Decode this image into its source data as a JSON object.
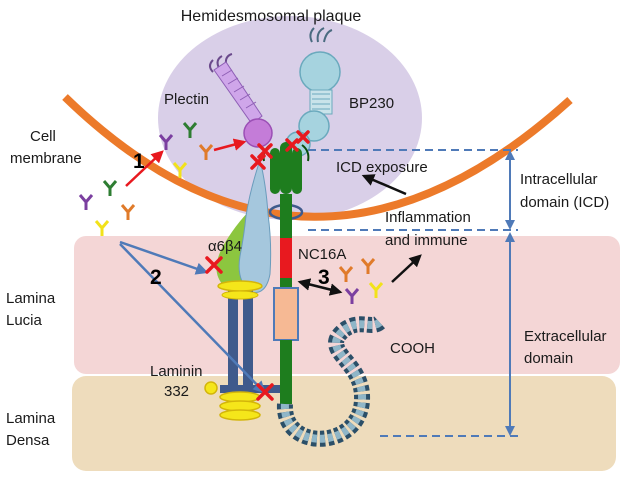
{
  "title": "Hemidesmosomal plaque",
  "labels": {
    "plectin": "Plectin",
    "bp230": "BP230",
    "cell_membrane_1": "Cell",
    "cell_membrane_2": "membrane",
    "icd_exposure": "ICD exposure",
    "inflammation_1": "Inflammation",
    "inflammation_2": "and immune",
    "integrin": "α6β4",
    "nc16a": "NC16A",
    "lamina_lucia_1": "Lamina",
    "lamina_lucia_2": "Lucia",
    "laminin_1": "Laminin",
    "laminin_2": "332",
    "cooh": "COOH",
    "lamina_densa_1": "Lamina",
    "lamina_densa_2": "Densa",
    "intracellular_1": "Intracellular",
    "intracellular_2": "domain (ICD)",
    "extracellular_1": "Extracellular",
    "extracellular_2": "domain"
  },
  "pathway_numbers": [
    "1",
    "2",
    "3"
  ],
  "colors": {
    "plaque": "#d9cfe8",
    "membrane": "#ec7a2a",
    "lamina_lucia": "#f4d6d6",
    "lamina_densa": "#eedcbc",
    "collagen_green": "#1e7d1e",
    "nc16a_red": "#e8191f",
    "arrow_red": "#e8191f",
    "arrow_blue": "#4f7ab8",
    "bracket_blue": "#4f7ab8",
    "bp230_blue": "#a6d3df",
    "plectin_purple": "#cfa6ea",
    "integrin_green": "#8cc63f",
    "beta4_blue": "#a5c7dd",
    "laminin_navy": "#3f5a8c",
    "laminin_yellow": "#f5e61a"
  },
  "antibody_colors": [
    "#7b3fa0",
    "#2e7d32",
    "#e07b2a",
    "#f2e21a"
  ]
}
